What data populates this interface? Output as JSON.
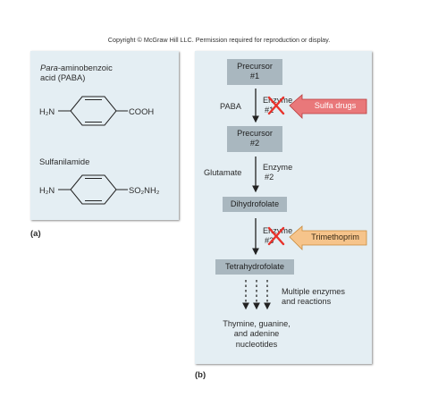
{
  "copyright": "Copyright © McGraw Hill LLC. Permission required for reproduction or display.",
  "panel_a": {
    "paba_name_italic": "Para",
    "paba_name_rest": "-aminobenzoic",
    "paba_name_line2": "acid (PABA)",
    "paba_left_group": "H₂N",
    "paba_right_group": "COOH",
    "sulfa_name": "Sulfanilamide",
    "sulfa_left_group": "H₂N",
    "sulfa_right_group": "SO₂NH₂",
    "label": "(a)"
  },
  "panel_b": {
    "precursor1": [
      "Precursor",
      "#1"
    ],
    "paba": "PABA",
    "enzyme1": [
      "Enzyme",
      "#1"
    ],
    "sulfa_drugs": "Sulfa drugs",
    "precursor2": [
      "Precursor",
      "#2"
    ],
    "glutamate": "Glutamate",
    "enzyme2": [
      "Enzyme",
      "#2"
    ],
    "dihydrofolate": "Dihydrofolate",
    "enzyme3": [
      "Enzyme",
      "#3"
    ],
    "trimethoprim": "Trimethoprim",
    "tetrahydrofolate": "Tetrahydrofolate",
    "multiple": [
      "Multiple enzymes",
      "and reactions"
    ],
    "products": [
      "Thymine, guanine,",
      "and adenine",
      "nucleotides"
    ],
    "label": "(b)"
  },
  "colors": {
    "panel": "#e4eef3",
    "box": "#a9b7bf",
    "red_x": "#e8322b",
    "sulfa_arrow": "#e9787a",
    "trimethoprim_arrow": "#f6c48b"
  }
}
